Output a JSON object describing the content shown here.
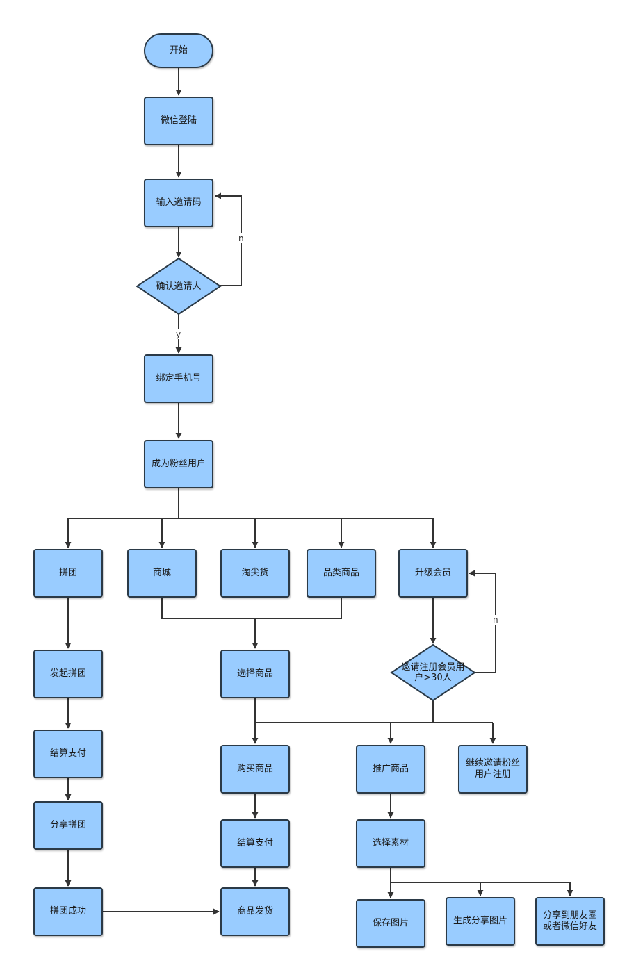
{
  "nodes": {
    "start": "开始",
    "wechat_login": "微信登陆",
    "input_invite_code": "输入邀请码",
    "confirm_inviter": "确认邀请人",
    "bind_phone": "绑定手机号",
    "become_fan_user": "成为粉丝用户",
    "group_buy": "拼团",
    "mall": "商城",
    "taojianhuo": "淘尖货",
    "category_goods": "品类商品",
    "upgrade_member": "升级会员",
    "start_group_buy": "发起拼团",
    "checkout_pay_left": "结算支付",
    "share_group_buy": "分享拼团",
    "group_buy_success": "拼团成功",
    "select_goods": "选择商品",
    "invite_30": "邀请注册会员用户>30人",
    "buy_goods": "购买商品",
    "checkout_pay_mid": "结算支付",
    "goods_shipped": "商品发货",
    "promote_goods": "推广商品",
    "continue_invite": "继续邀请粉丝用户注册",
    "select_material": "选择素材",
    "save_image": "保存图片",
    "generate_share_image": "生成分享图片",
    "share_to_moments": "分享到朋友圈或者微信好友"
  },
  "edge_labels": {
    "confirm_no": "n",
    "confirm_yes": "y",
    "invite_no": "n"
  },
  "colors": {
    "node_fill": "#99ccff",
    "node_stroke": "#2b3a47",
    "edge": "#333333"
  }
}
